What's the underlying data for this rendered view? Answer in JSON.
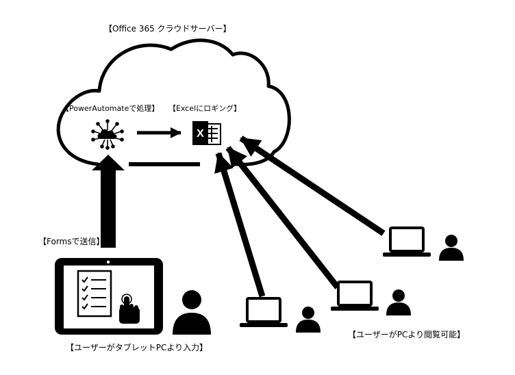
{
  "labels": {
    "cloud": "【Office 365 クラウドサーバー】",
    "power_automate": "【PowerAutomateで処理】",
    "excel": "【Excelにロギング】",
    "forms": "【Formsで送信】",
    "tablet_user": "【ユーザーがタブレットPCより入力】",
    "pc_users": "【ユーザーがPCより閲覧可能】"
  },
  "icons": {
    "cloud": "cloud-outline",
    "power_automate": "cloud-network-icon",
    "excel": "excel-icon",
    "tablet": "tablet-icon",
    "checklist": "checklist-icon",
    "touch": "touch-hand-icon",
    "laptop": "laptop-icon",
    "person": "person-icon"
  },
  "colors": {
    "ink": "#000000",
    "background": "#ffffff"
  }
}
